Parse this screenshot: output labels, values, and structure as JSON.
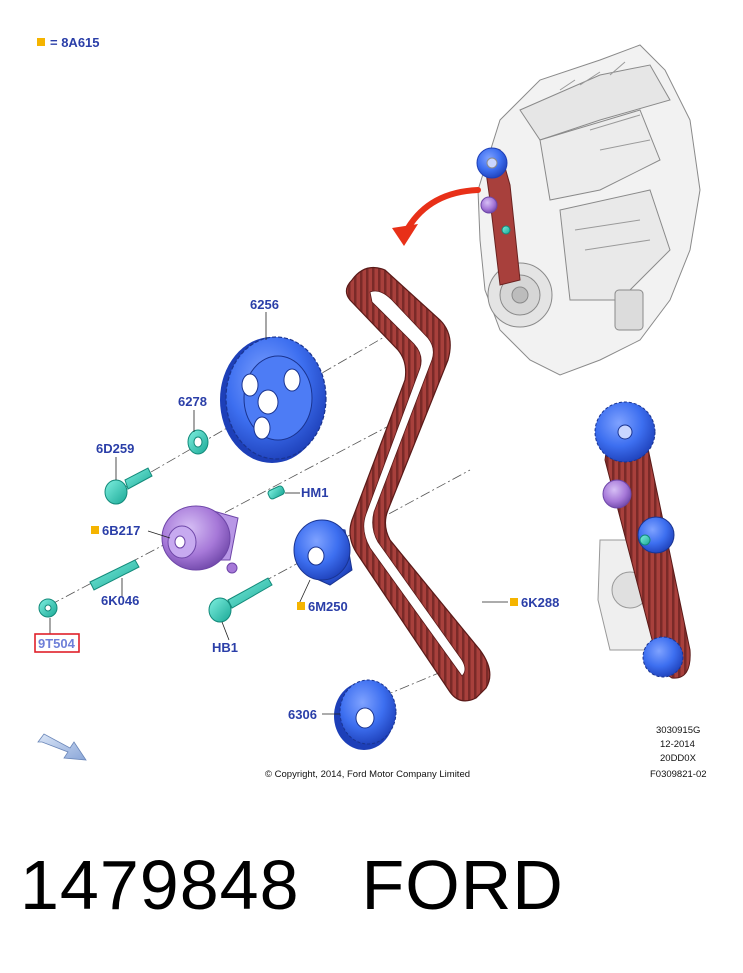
{
  "legend": {
    "label": "= 8A615",
    "marker_color": "#f5b400"
  },
  "parts": {
    "cam_sprocket": "6256",
    "washer": "6278",
    "bolt_6d259": "6D259",
    "tensioner": "6B217",
    "stud_6k046": "6K046",
    "nut_9t504": "9T504",
    "hm1": "HM1",
    "idler": "6M250",
    "bolt_hb1": "HB1",
    "belt": "6K288",
    "crank_sprocket": "6306"
  },
  "info": {
    "line1": "3030915G",
    "line2": "12-2014",
    "line3": "20DD0X",
    "line4": "F0309821-02"
  },
  "copyright": "© Copyright, 2014, Ford Motor Company Limited",
  "footer": {
    "part_number": "1479848",
    "brand": "FORD"
  },
  "colors": {
    "label": "#2a3ea8",
    "belt": "#a8403c",
    "sprocket": "#3d6ff0",
    "tensioner": "#a678d8",
    "fastener": "#2fc7b4",
    "highlight_box": "#e0202a",
    "arrow_red": "#e83018"
  }
}
